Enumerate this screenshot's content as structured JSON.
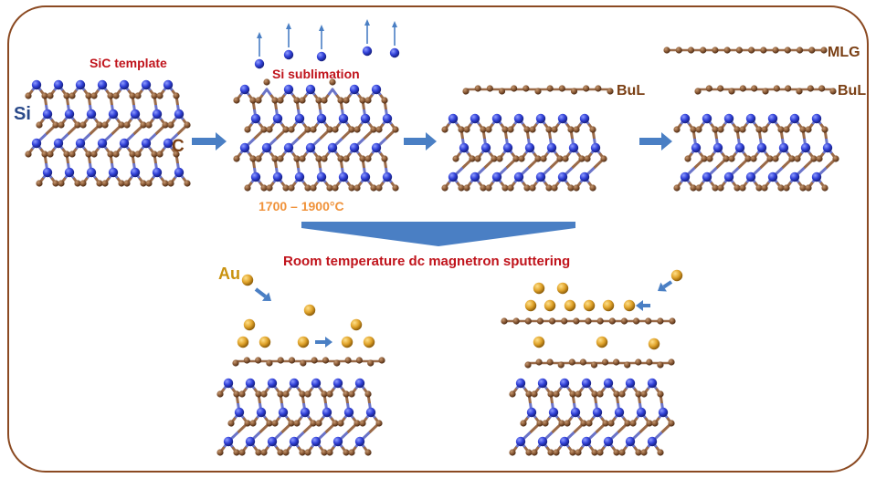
{
  "labels": {
    "sic_template": "SiC template",
    "si_sublimation": "Si sublimation",
    "si": "Si",
    "c": "C",
    "bul_1": "BuL",
    "bul_2": "BuL",
    "mlg": "MLG",
    "temperature": "1700 – 1900°C",
    "sputtering": "Room temperature dc magnetron sputtering",
    "au": "Au"
  },
  "colors": {
    "si_atom": "#2f3fd6",
    "c_atom": "#8a5a36",
    "au_atom": "#e0a32a",
    "bond_si": "#6b74c8",
    "bond_c": "#9a6a48",
    "arrow": "#4a7fc4",
    "frame": "#8b4a22",
    "red_text": "#c0141c",
    "orange_text": "#f0923a",
    "brown_text": "#7a3f14",
    "blue_text": "#2a4a8a",
    "gold_text": "#c9920f"
  }
}
